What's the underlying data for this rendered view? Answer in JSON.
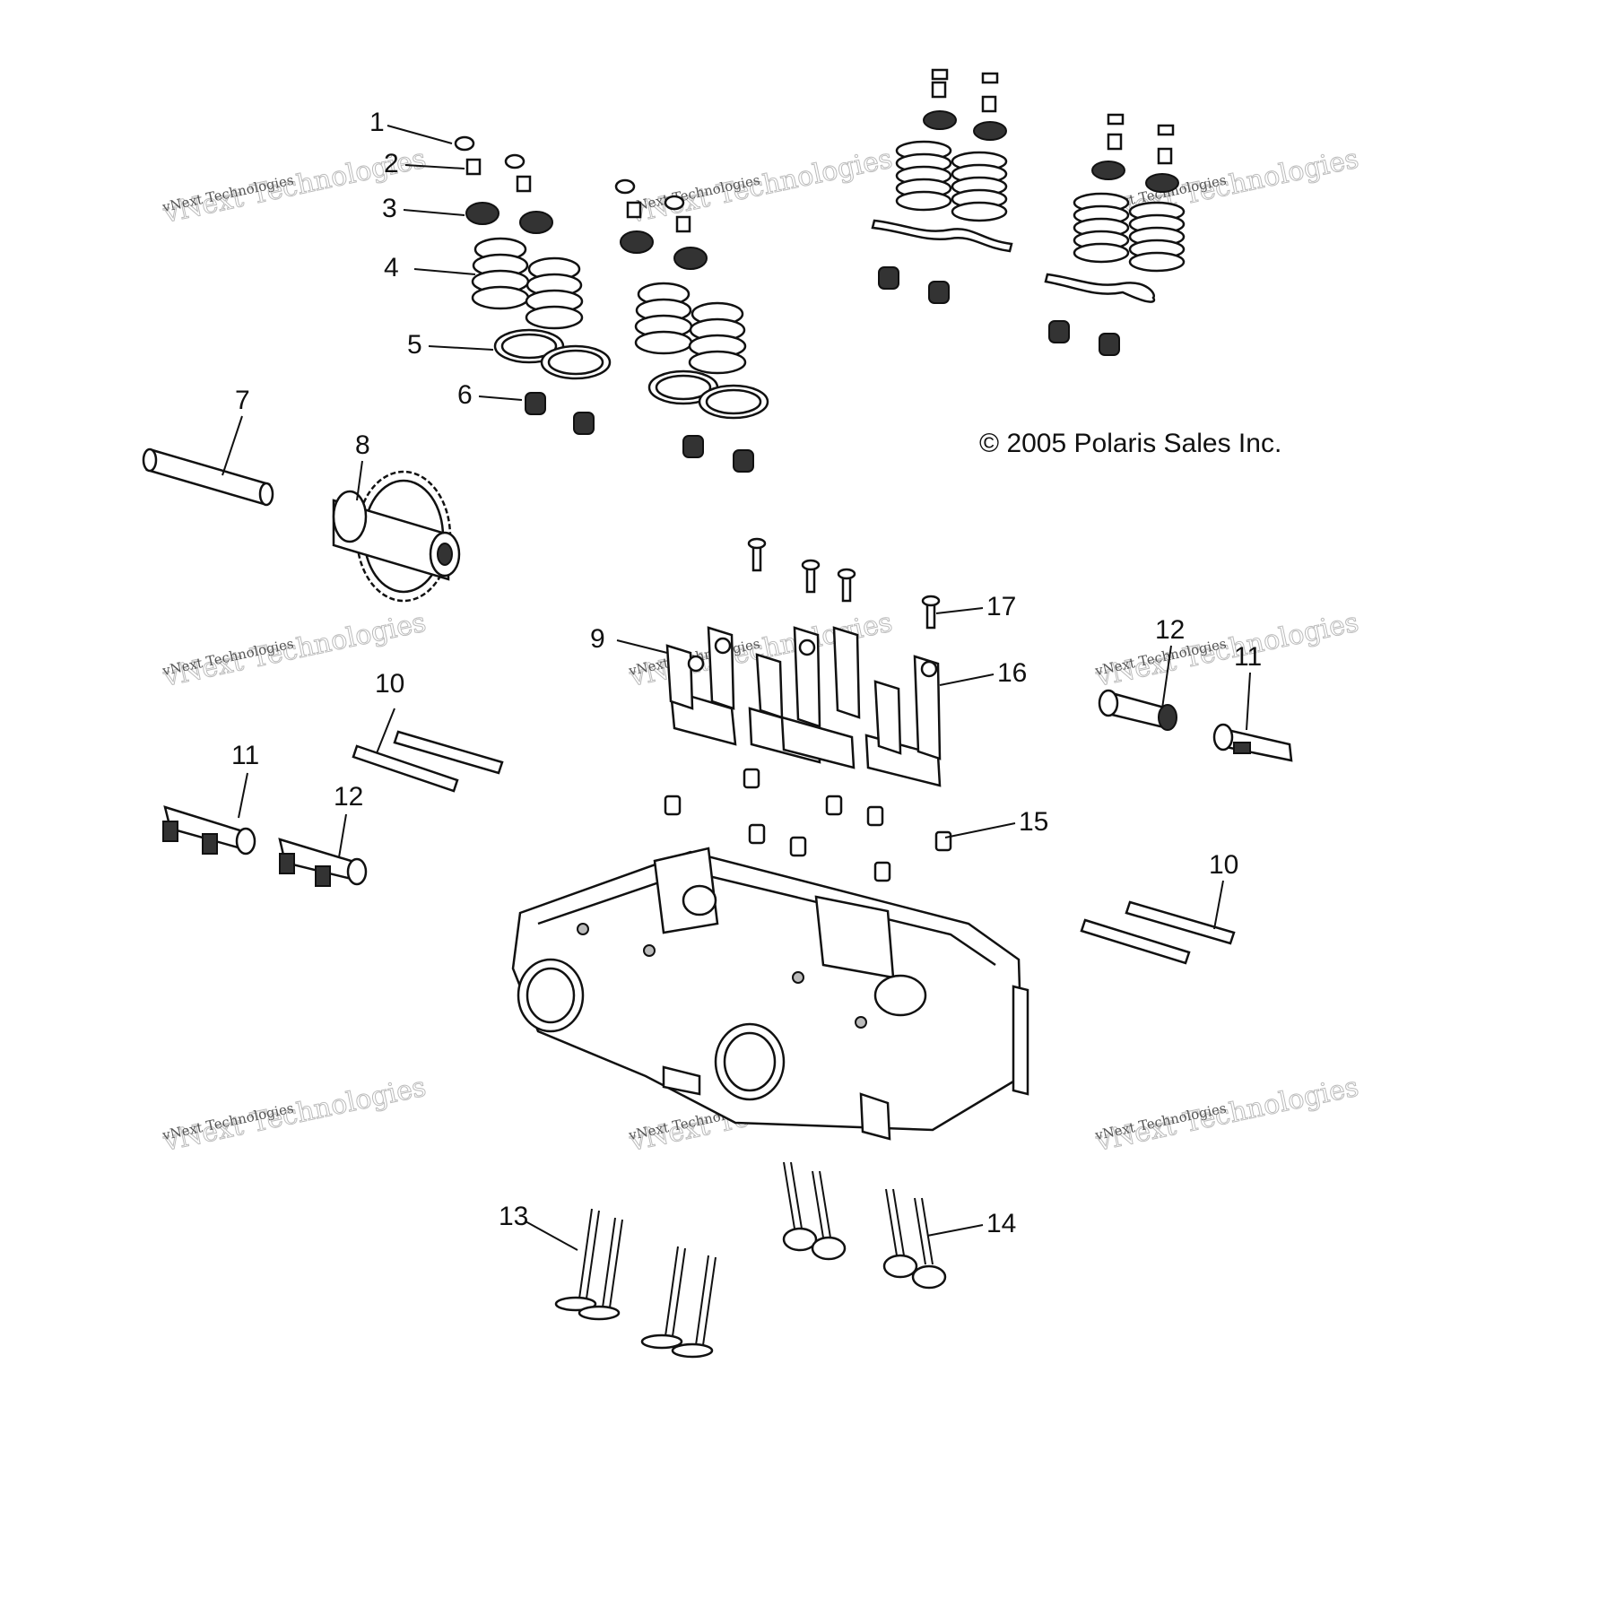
{
  "copyright": "© 2005 Polaris Sales Inc.",
  "watermark": {
    "line1": "vNext Technologies",
    "line2": "vNext Technologies"
  },
  "callouts": [
    {
      "id": "c1",
      "label": "1"
    },
    {
      "id": "c2",
      "label": "2"
    },
    {
      "id": "c3",
      "label": "3"
    },
    {
      "id": "c4",
      "label": "4"
    },
    {
      "id": "c5",
      "label": "5"
    },
    {
      "id": "c6",
      "label": "6"
    },
    {
      "id": "c7",
      "label": "7"
    },
    {
      "id": "c8",
      "label": "8"
    },
    {
      "id": "c9",
      "label": "9"
    },
    {
      "id": "c10a",
      "label": "10"
    },
    {
      "id": "c10b",
      "label": "10"
    },
    {
      "id": "c11a",
      "label": "11"
    },
    {
      "id": "c11b",
      "label": "11"
    },
    {
      "id": "c12a",
      "label": "12"
    },
    {
      "id": "c12b",
      "label": "12"
    },
    {
      "id": "c13",
      "label": "13"
    },
    {
      "id": "c14",
      "label": "14"
    },
    {
      "id": "c15",
      "label": "15"
    },
    {
      "id": "c16",
      "label": "16"
    },
    {
      "id": "c17",
      "label": "17"
    }
  ]
}
